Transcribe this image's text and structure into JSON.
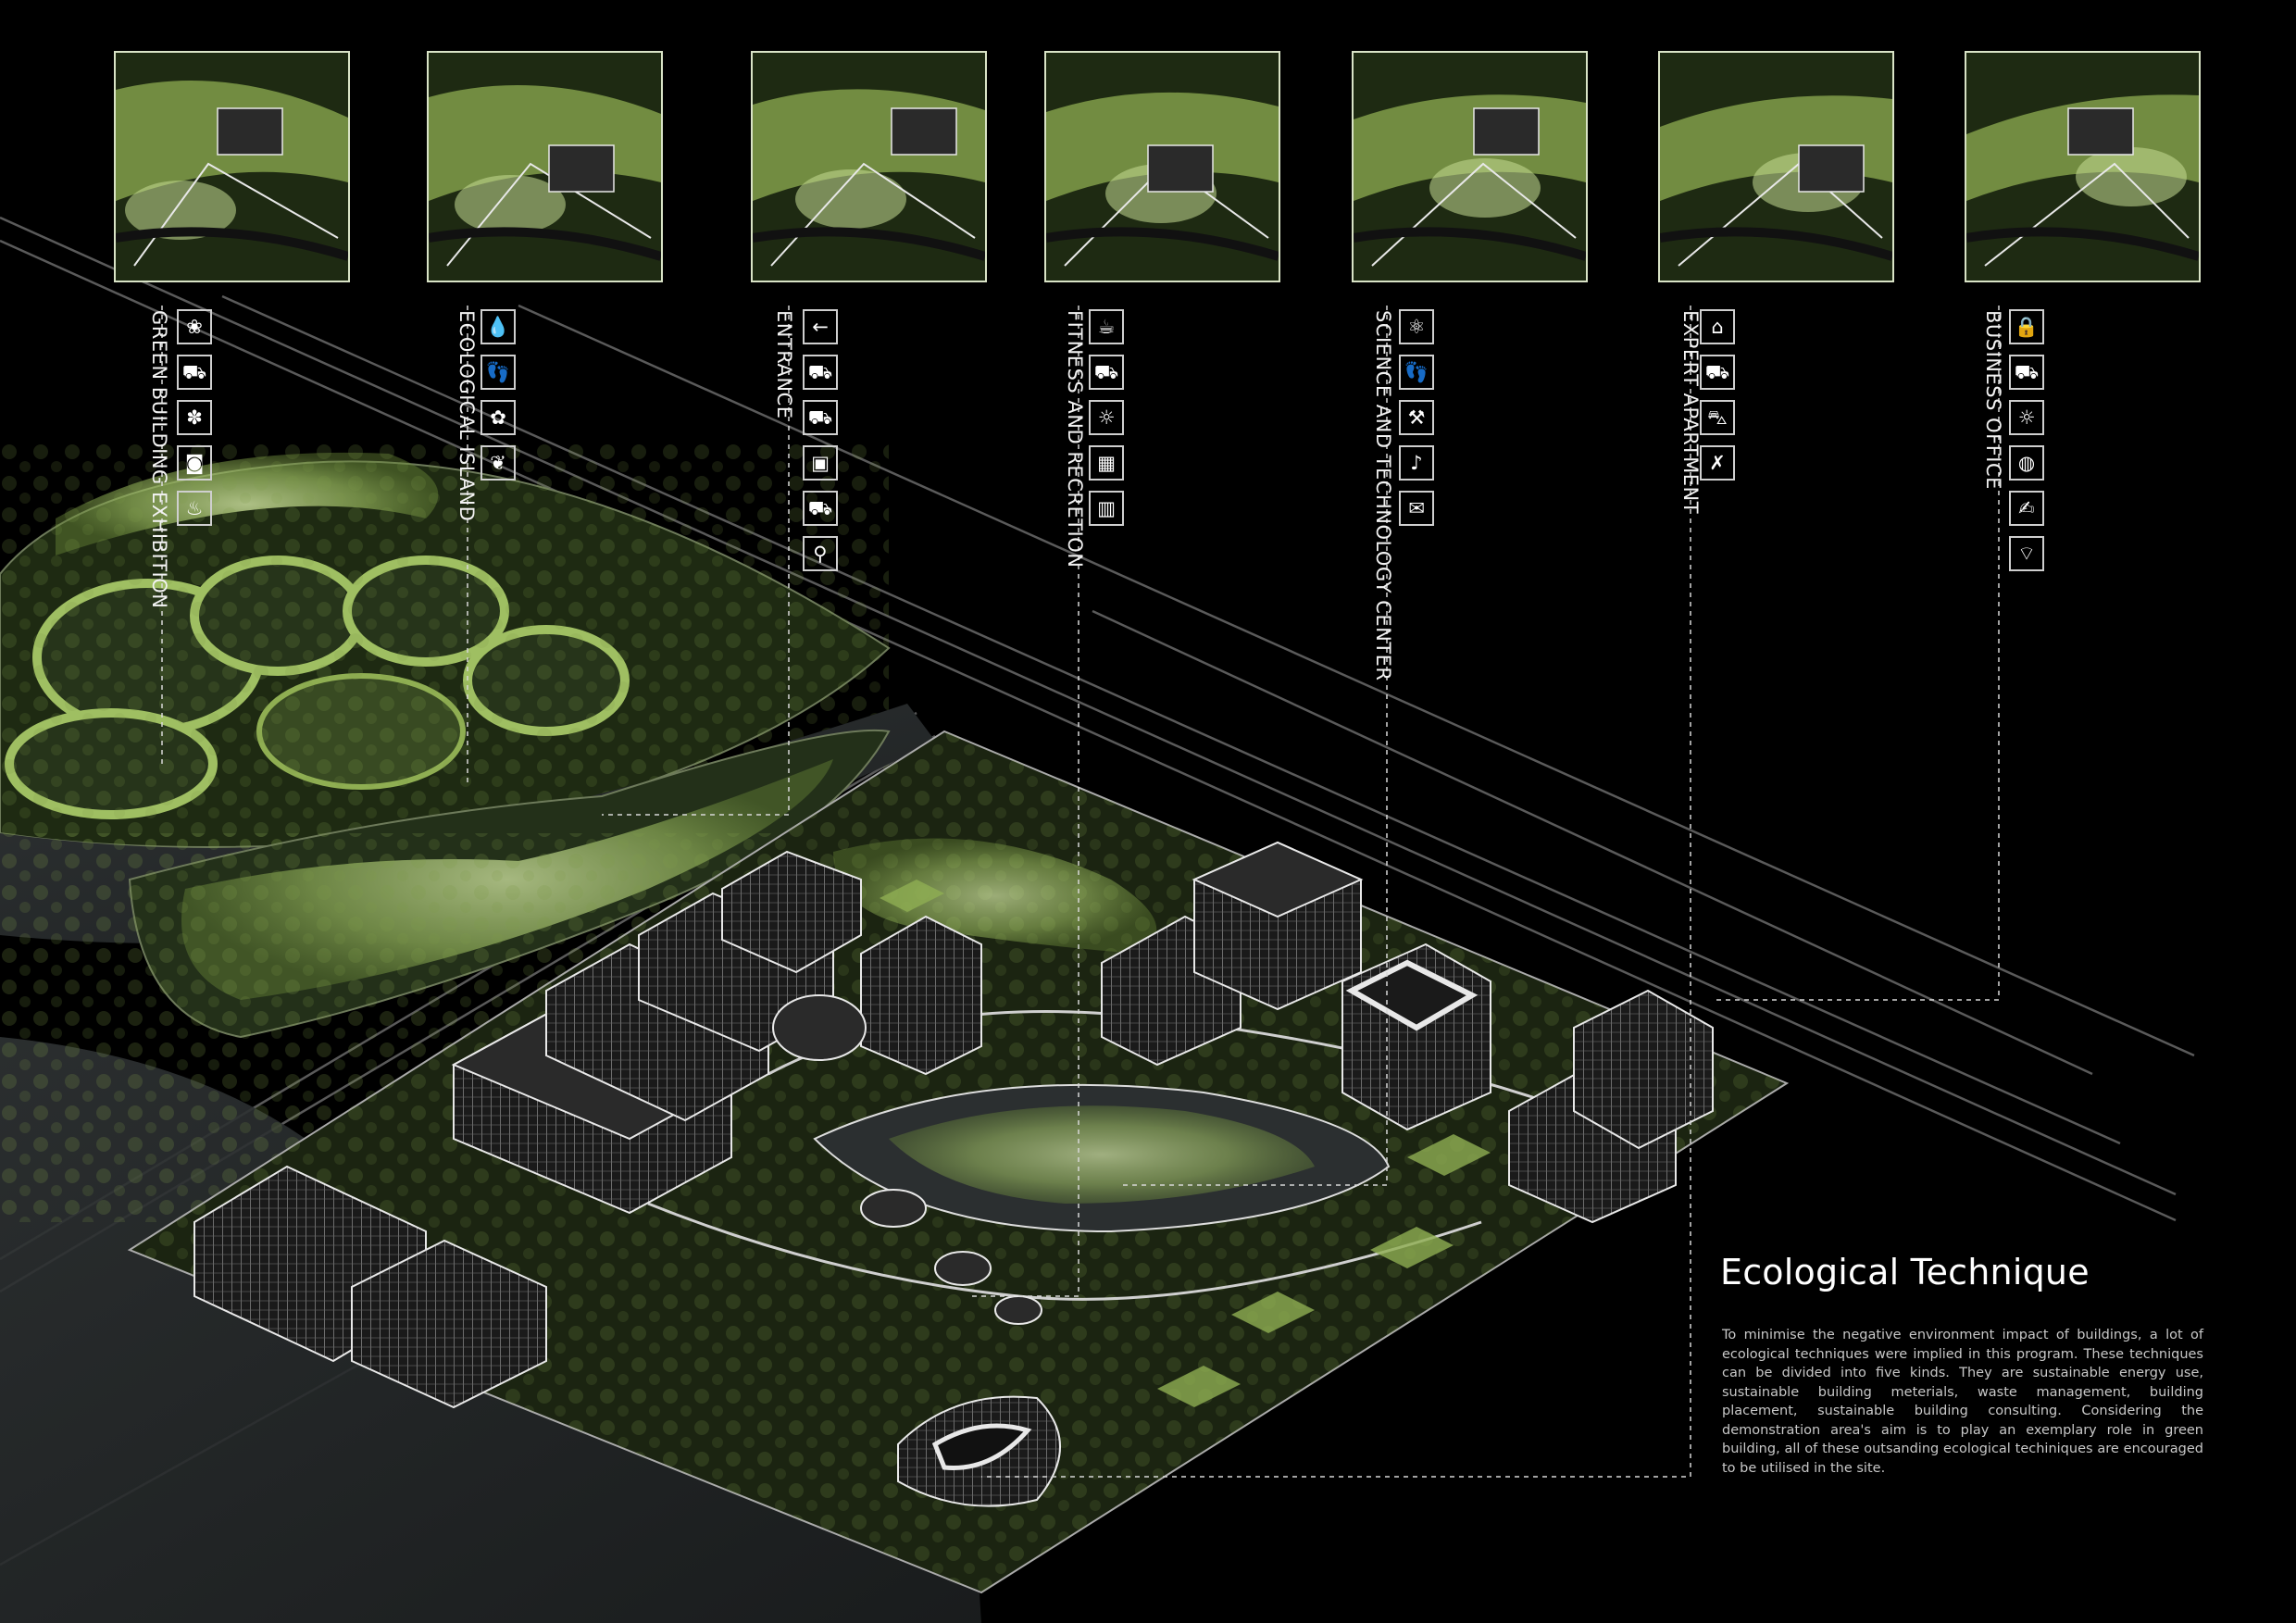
{
  "zones": [
    {
      "label": "GREEN BUILDING EXHIBITION",
      "icons": [
        "leaf-globe-icon",
        "car-charge-icon",
        "paw-icon",
        "camera-icon",
        "flame-icon"
      ],
      "glyphs": [
        "❀",
        "⛟",
        "✽",
        "◙",
        "♨"
      ]
    },
    {
      "label": "ECOLOGICAL ISLAND",
      "icons": [
        "water-drops-icon",
        "footprints-icon",
        "lotus-icon",
        "hands-leaf-icon"
      ],
      "glyphs": [
        "💧",
        "👣",
        "✿",
        "❦"
      ]
    },
    {
      "label": "ENTRANCE",
      "icons": [
        "arrow-left-icon",
        "car-icon",
        "taxi-icon",
        "bus-icon",
        "taxi-sign-icon",
        "pedestrian-icon"
      ],
      "glyphs": [
        "←",
        "⛟",
        "⛟",
        "▣",
        "⛟",
        "⚲"
      ]
    },
    {
      "label": "FITNESS AND RECRETION",
      "icons": [
        "coffee-icon",
        "car-icon",
        "lightbulb-icon",
        "presentation-icon",
        "book-icon"
      ],
      "glyphs": [
        "☕",
        "⛟",
        "☼",
        "▦",
        "▥"
      ]
    },
    {
      "label": "SCIENCE AND TECHNOLOGY CENTER",
      "icons": [
        "atom-icon",
        "footprints-icon",
        "tools-icon",
        "music-note-icon",
        "chat-bubble-icon"
      ],
      "glyphs": [
        "⚛",
        "👣",
        "⚒",
        "♪",
        "✉"
      ]
    },
    {
      "label": "EXPERT APARTMENT",
      "icons": [
        "home-icon",
        "car-icon",
        "cart-icon",
        "exercise-icon"
      ],
      "glyphs": [
        "⌂",
        "⛟",
        "⛍",
        "✗"
      ]
    },
    {
      "label": "BUSINESS OFFICE",
      "icons": [
        "lock-icon",
        "car-charge-icon",
        "lightbulb-icon",
        "globe-icon",
        "handshake-icon",
        "wifi-icon"
      ],
      "glyphs": [
        "🔒",
        "⛟",
        "☼",
        "◍",
        "✍",
        "⌔"
      ]
    }
  ],
  "eco": {
    "title": "Ecological Technique",
    "body": "To minimise the negative environment impact of buildings, a lot of ecological techniques were implied in this program. These techniques can be divided into five kinds. They are sustainable energy use, sustainable building meterials, waste management, building placement, sustainable building consulting. Considering the demonstration area's aim is to play an exemplary role in green building, all of these outsanding ecological techiniques are encouraged to be utilised in the site."
  },
  "colors": {
    "background": "#000000",
    "green": "#8fae52",
    "light_green": "#c7dd93",
    "line": "#e6e6e6"
  }
}
